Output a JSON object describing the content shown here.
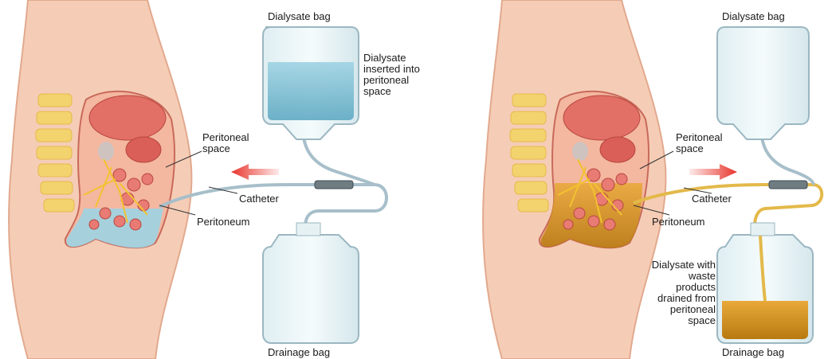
{
  "colors": {
    "skin": "#f5cdb6",
    "skin_outline": "#e2a98e",
    "spine": "#f3d36e",
    "organ": "#e27066",
    "nerve": "#f2c230",
    "dialysate_fresh": "#8ec9dc",
    "dialysate_waste": "#c98a14",
    "tube": "#a7bfca",
    "arrow_red": "#e8342c"
  },
  "left_panel": {
    "dialysate_bag": "Dialysate bag",
    "inserted_text": "Dialysate inserted into peritoneal space",
    "peritoneal_space": "Peritoneal space",
    "catheter": "Catheter",
    "peritoneum": "Peritoneum",
    "drainage_bag": "Drainage bag",
    "flow_direction": "into body"
  },
  "right_panel": {
    "dialysate_bag": "Dialysate bag",
    "peritoneal_space": "Peritoneal space",
    "catheter": "Catheter",
    "peritoneum": "Peritoneum",
    "drained_text": "Dialysate with waste products drained from peritoneal space",
    "drainage_bag": "Drainage bag",
    "flow_direction": "out of body"
  }
}
